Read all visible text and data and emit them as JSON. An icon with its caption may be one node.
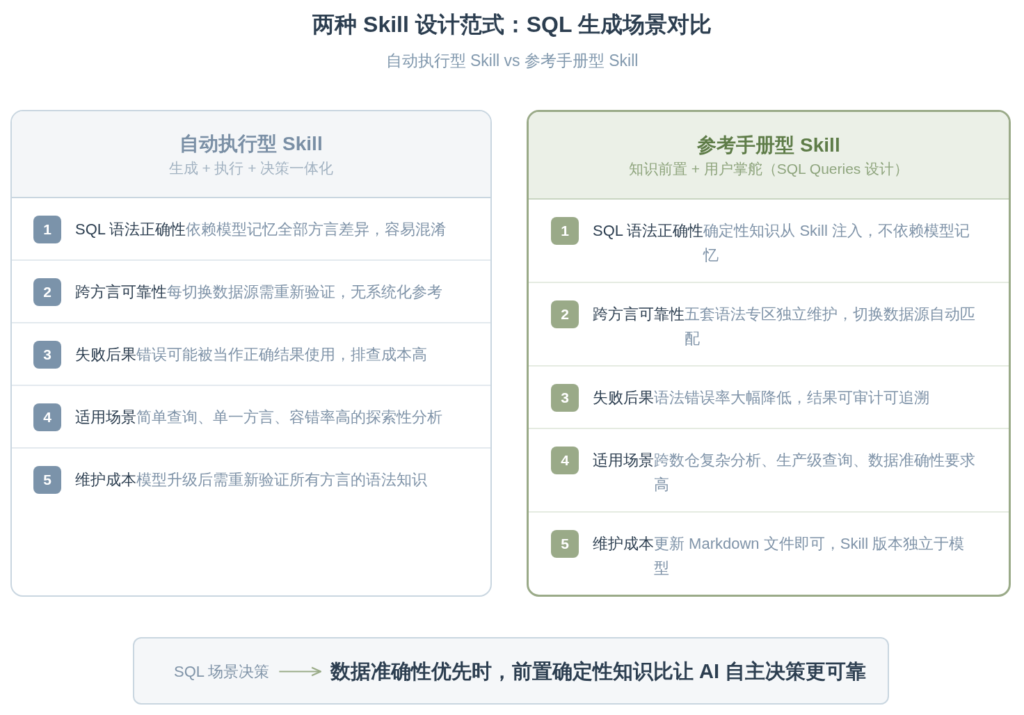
{
  "diagram": {
    "title": "两种 Skill 设计范式：SQL 生成场景对比",
    "nodes": [
      {
        "text": [
          "自动执行型 Skill",
          "生成 + 执行 + 决策一体化"
        ]
      },
      {
        "text": [
          "SQL 语法正确性",
          "依赖模型记忆全部方言差异，容易混淆"
        ],
        "in": 0
      },
      {
        "text": [
          "1"
        ],
        "in": 1
      },
      {
        "text": [
          "跨方言可靠性",
          "每切换数据源需重新验证，无系统化参考"
        ],
        "in": 0
      },
      {
        "text": [
          "2"
        ],
        "in": 3
      },
      {
        "text": [
          "失败后果",
          "错误可能被当作正确结果使用，排查成本高"
        ],
        "in": 0
      },
      {
        "text": [
          "3"
        ],
        "in": 5
      },
      {
        "text": [
          "适用场景",
          "简单查询、单一方言、容错率高的探索性分析"
        ],
        "in": 0
      },
      {
        "text": [
          "4"
        ],
        "in": 7
      },
      {
        "text": [
          "维护成本",
          "模型升级后需重新验证所有方言的语法知识"
        ],
        "in": 0
      },
      {
        "text": [
          "5"
        ],
        "in": 9
      },
      {
        "text": [
          "参考手册型 Skill",
          "知识前置 + 用户掌舵（SQL Queries 设计）"
        ]
      },
      {
        "text": [
          "SQL 语法正确性",
          "确定性知识从 Skill 注入，不依赖模型记忆"
        ],
        "in": 11
      },
      {
        "text": [
          "1"
        ],
        "in": 12
      },
      {
        "text": [
          "跨方言可靠性",
          "五套语法专区独立维护，切换数据源自动匹配"
        ],
        "in": 11
      },
      {
        "text": [
          "2"
        ],
        "in": 14
      },
      {
        "text": [
          "失败后果",
          "语法错误率大幅降低，结果可审计可追溯"
        ],
        "in": 11
      },
      {
        "text": [
          "3"
        ],
        "in": 16
      },
      {
        "text": [
          "适用场景",
          "跨数仓复杂分析、生产级查询、数据准确性要求高"
        ],
        "in": 11
      },
      {
        "text": [
          "4"
        ],
        "in": 18
      },
      {
        "text": [
          "维护成本",
          "更新 Markdown 文件即可，Skill 版本独立于模型"
        ],
        "in": 11
      },
      {
        "text": [
          "5"
        ],
        "in": 20
      },
      {
        "text": [],
        "shape": "box"
      },
      {
        "text": [
          "SQL 场景决策"
        ],
        "in": 22
      },
      {
        "text": [
          "数据准确性优先时，前置确定性知识比让 AI 自主决策更可靠"
        ],
        "in": 22
      }
    ],
    "edges": [
      {
        "from": 23,
        "to": 24,
        "arrow": "to"
      }
    ],
    "labels": [
      "自动执行型 Skill vs 参考手册型 Skill"
    ]
  }
}
